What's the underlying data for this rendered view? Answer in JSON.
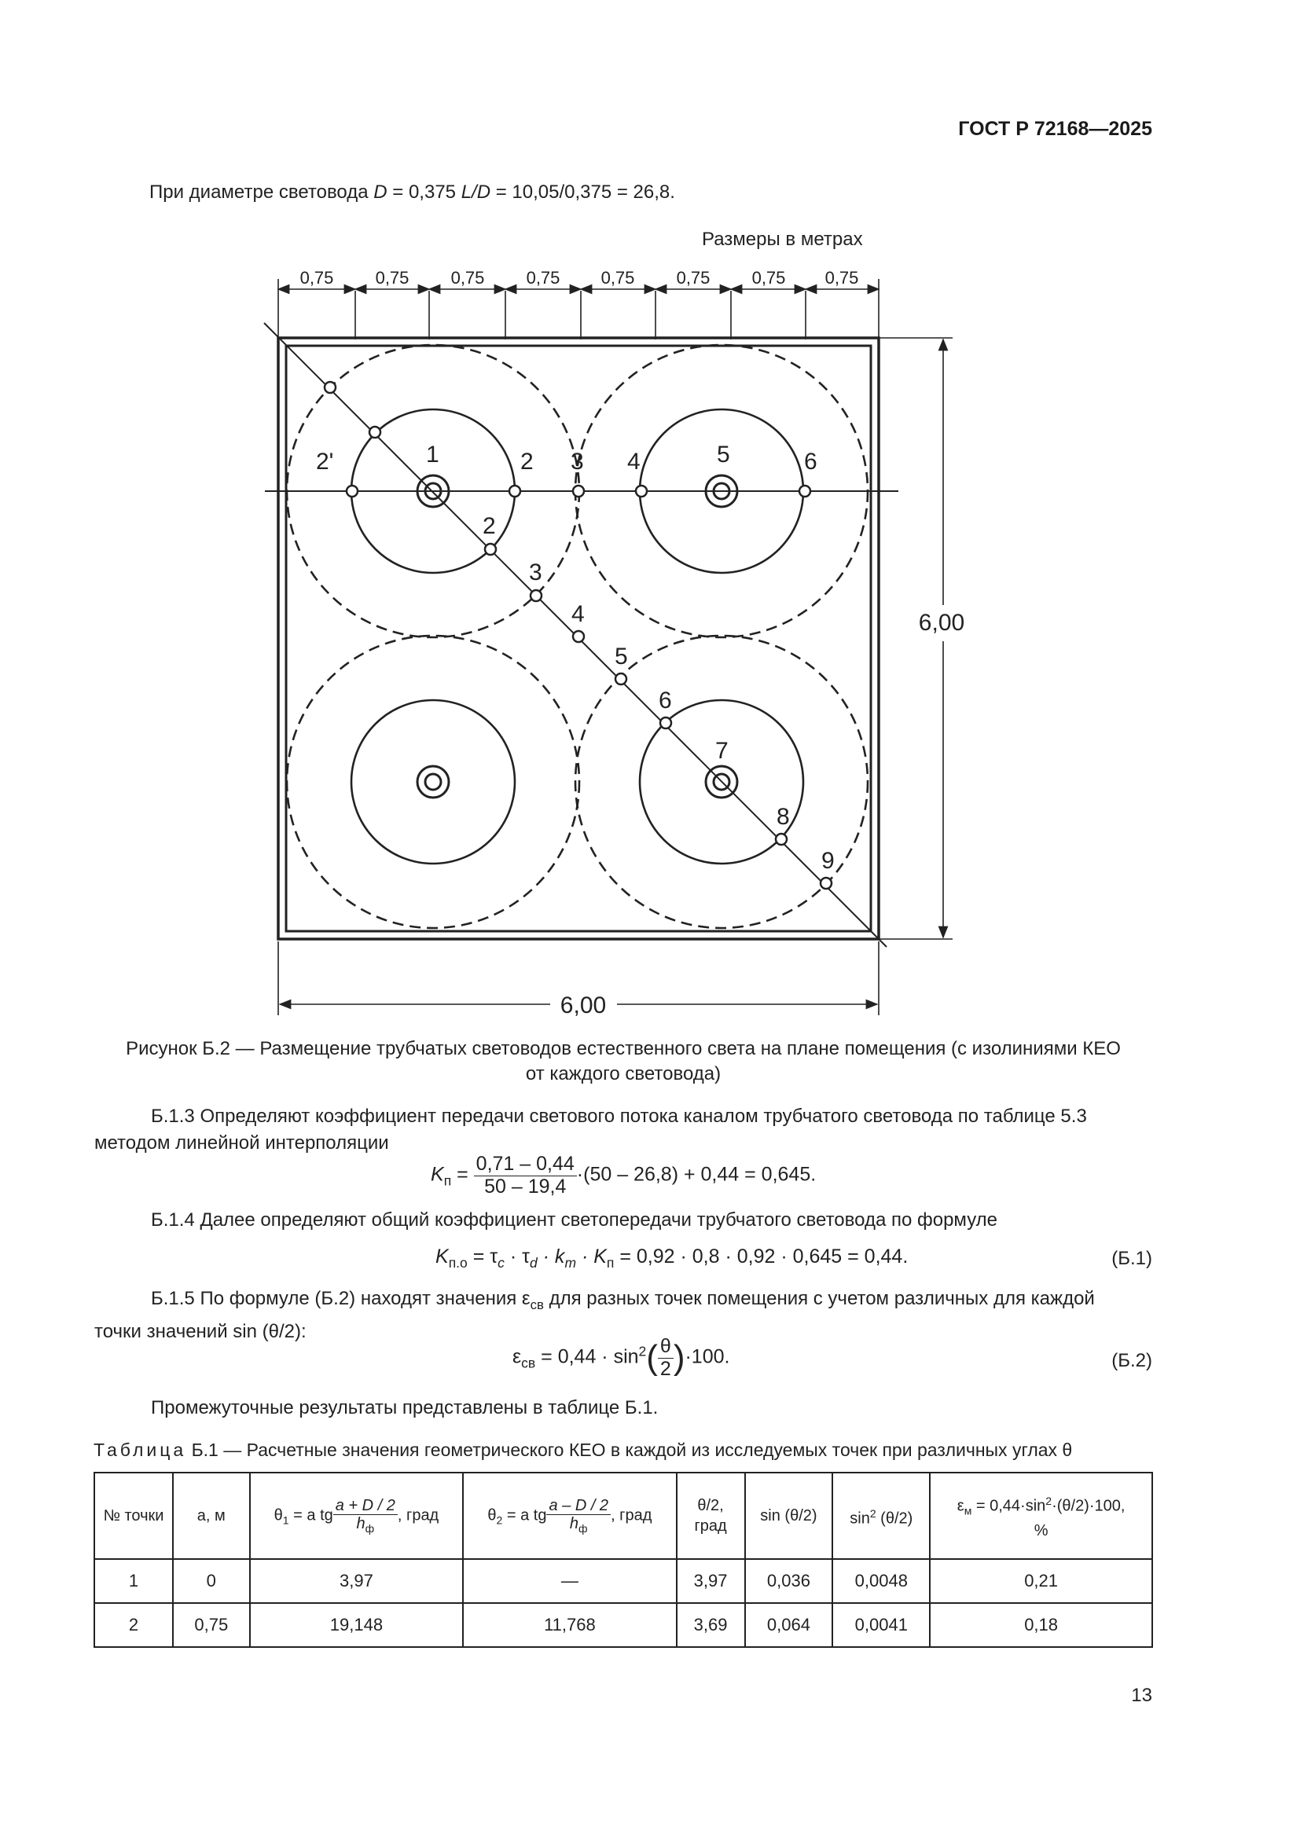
{
  "header": "ГОСТ Р 72168—2025",
  "intro": {
    "pre": "При диаметре световода ",
    "D_label": "D",
    "D_val": " = 0,375  ",
    "LD": "L/D",
    "rest": " = 10,05/0,375 = 26,8."
  },
  "figure": {
    "units_note": "Размеры в метрах",
    "top_dims": [
      "0,75",
      "0,75",
      "0,75",
      "0,75",
      "0,75",
      "0,75",
      "0,75",
      "0,75"
    ],
    "side_dim": "6,00",
    "bottom_dim": "6,00",
    "horizontal_points": [
      "2'",
      "1",
      "2",
      "3",
      "4",
      "5",
      "6"
    ],
    "diagonal_points": [
      "2",
      "3",
      "4",
      "5",
      "6",
      "7",
      "8",
      "9"
    ],
    "caption_line1": "Рисунок Б.2 — Размещение трубчатых световодов естественного света на плане помещения (с изолиниями КЕО",
    "caption_line2": "от каждого световода)"
  },
  "p_b13": {
    "line1": "Б.1.3 Определяют коэффициент передачи светового потока каналом трубчатого световода по таблице 5.3",
    "line2": "методом линейной интерполяции",
    "lhs": "K",
    "lhs_sub": "п",
    "num": "0,71 – 0,44",
    "den": "50 – 19,4",
    "rhs": "·(50 – 26,8) + 0,44 = 0,645."
  },
  "p_b14": {
    "text": "Б.1.4 Далее определяют общий коэффициент светопередачи трубчатого световода по формуле",
    "formula": "K",
    "formula_sub": "п.о",
    "formula_rest_a": " = τ",
    "tau_c": "c",
    "mid1": " ·  τ",
    "tau_d": "d",
    "mid2": " ·  k",
    "k_m": "m",
    "mid3": " ·  K",
    "k_p": "п",
    "result": " = 0,92 · 0,8 · 0,92 · 0,645 = 0,44.",
    "eq": "(Б.1)"
  },
  "p_b15": {
    "line1": "Б.1.5 По формуле (Б.2) находят значения ε",
    "eps_sub": "св",
    "line1b": " для разных точек помещения с учетом различных для каждой",
    "line2": "точки значений sin (θ/2):",
    "f_lhs": "ε",
    "f_lhs_sub": "св",
    "f_a": " = 0,44 · sin",
    "f_sup": "2",
    "f_theta": "θ",
    "f_two": "2",
    "f_b": "·100.",
    "eq": "(Б.2)"
  },
  "interim": "Промежуточные результаты представлены в таблице Б.1.",
  "table": {
    "title_spaced": "Таблица",
    "title": " Б.1 — Расчетные значения геометрического КЕО в каждой из исследуемых точек при различных углах θ",
    "headers": {
      "h1": "№ точки",
      "h2": "а, м",
      "h3_a": "θ",
      "h3_sub": "1",
      "h3_b": " = a tg",
      "h3_num": "a + D / 2",
      "h3_den": "h",
      "h3_den_sub": "ф",
      "h3_c": ",  град",
      "h4_a": "θ",
      "h4_sub": "2",
      "h4_b": " = a tg",
      "h4_num": "a – D / 2",
      "h4_den": "h",
      "h4_den_sub": "ф",
      "h4_c": ",  град",
      "h5": "θ/2, град",
      "h6": "sin (θ/2)",
      "h7_a": "sin",
      "h7_sup": "2",
      "h7_b": " (θ/2)",
      "h8_a": "ε",
      "h8_sub": "м",
      "h8_b": " = 0,44·sin",
      "h8_sup": "2",
      "h8_c": "·(θ/2)·100,",
      "h8_d": "%"
    },
    "rows": [
      [
        "1",
        "0",
        "3,97",
        "—",
        "3,97",
        "0,036",
        "0,0048",
        "0,21"
      ],
      [
        "2",
        "0,75",
        "19,148",
        "11,768",
        "3,69",
        "0,064",
        "0,0041",
        "0,18"
      ]
    ]
  },
  "page_number": "13"
}
